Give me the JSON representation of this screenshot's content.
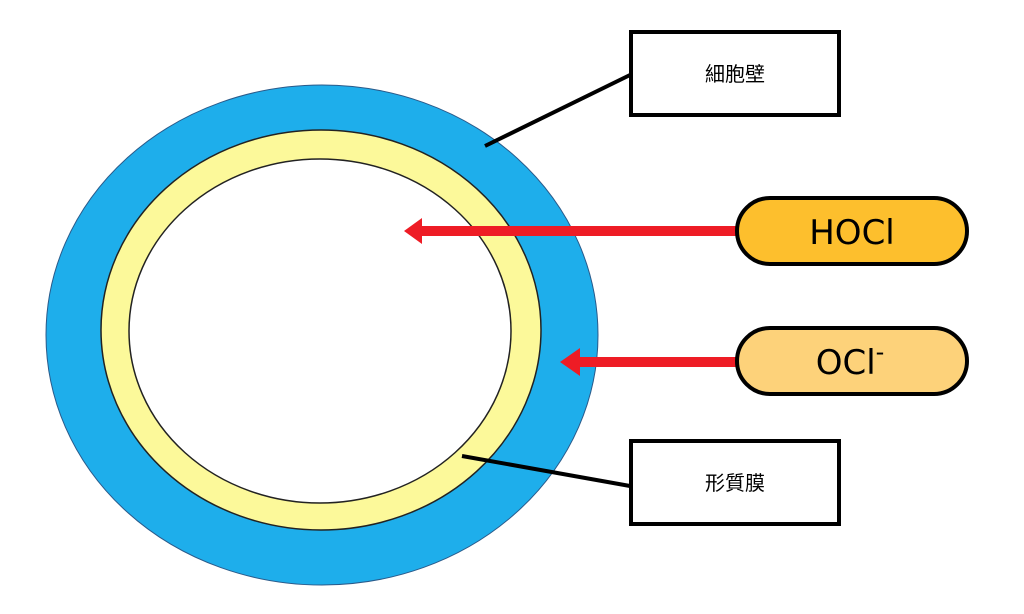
{
  "diagram": {
    "labels": {
      "cell_wall": "細胞壁",
      "plasma_membrane": "形質膜"
    },
    "molecules": {
      "hocl": {
        "text": "HOCl",
        "fill": "#fdbf2d"
      },
      "ocl": {
        "text": "OCl",
        "superscript": "-",
        "fill": "#fdd27a"
      }
    },
    "colors": {
      "cell_wall": "#1eaeeb",
      "plasma_membrane": "#fcf99a",
      "arrow": "#ee1c25"
    }
  }
}
